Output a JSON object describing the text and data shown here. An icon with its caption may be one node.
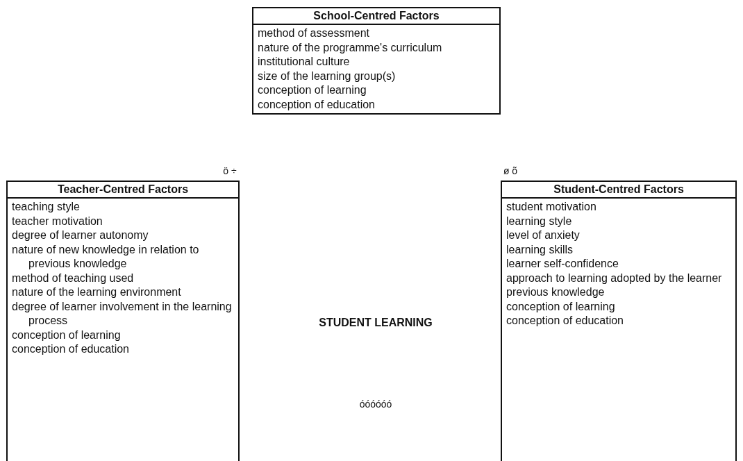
{
  "diagram": {
    "nodes": [
      {
        "text": [
          "School-Centred Factors",
          "method of assessment",
          "nature of the programme's curriculum",
          "institutional culture",
          "size of the learning group(s)",
          "conception of learning",
          "conception of education"
        ]
      },
      {
        "text": [
          "Teacher-Centred Factors",
          "teaching style",
          "teacher motivation",
          "degree of learner autonomy",
          "nature of new knowledge in relation to previous knowledge",
          "method of teaching used",
          "nature of the learning environment",
          "degree of learner involvement in the learning process",
          "conception of learning",
          "conception of education"
        ]
      },
      {
        "text": [
          "Student-Centred Factors",
          "student motivation",
          "learning style",
          "level of anxiety",
          "learning skills",
          "learner self-confidence",
          "approach to learning adopted by the learner",
          "previous knowledge",
          "conception of learning",
          "conception of education"
        ]
      }
    ],
    "edges": [],
    "labels": [
      "ö ÷",
      "ø õ",
      "STUDENT LEARNING",
      "óóóóóó"
    ]
  }
}
